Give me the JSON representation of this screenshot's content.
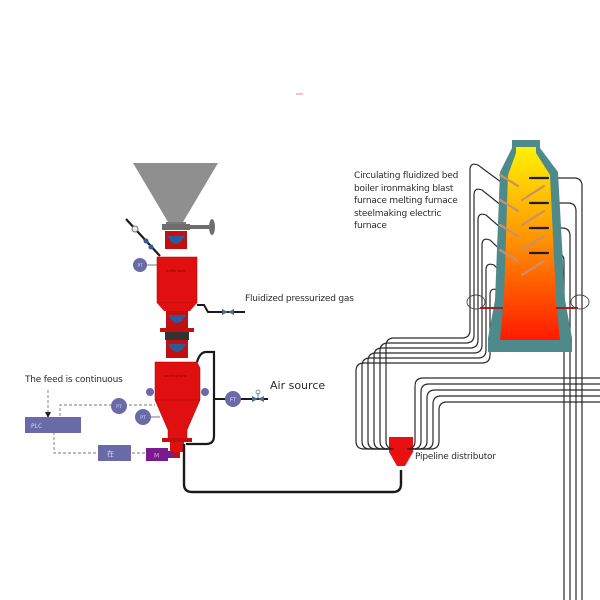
{
  "labels": {
    "fluidized_gas": "Fluidized pressurized gas",
    "air_source": "Air source",
    "feed_continuous": "The feed is continuous",
    "pipeline_distributor": "Pipeline distributor",
    "furnace_description": "Circulating fluidized bed boiler ironmaking blast furnace melting furnace steelmaking electric furnace"
  },
  "instruments": {
    "plc": "PLC",
    "motor": "M",
    "controller": "在",
    "flow_transmitter": "FT",
    "pressure_left_top": "PT",
    "pressure_left_low": "PT",
    "pressure_upper": "PT"
  },
  "colors": {
    "vessel_red": "#e01010",
    "hopper_gray": "#8f8f8f",
    "instrument_purple": "#6a6aa8",
    "motor_purple": "#7a1a8c",
    "furnace_shell": "#4f8a8a",
    "pipe": "#1a1a1a"
  }
}
